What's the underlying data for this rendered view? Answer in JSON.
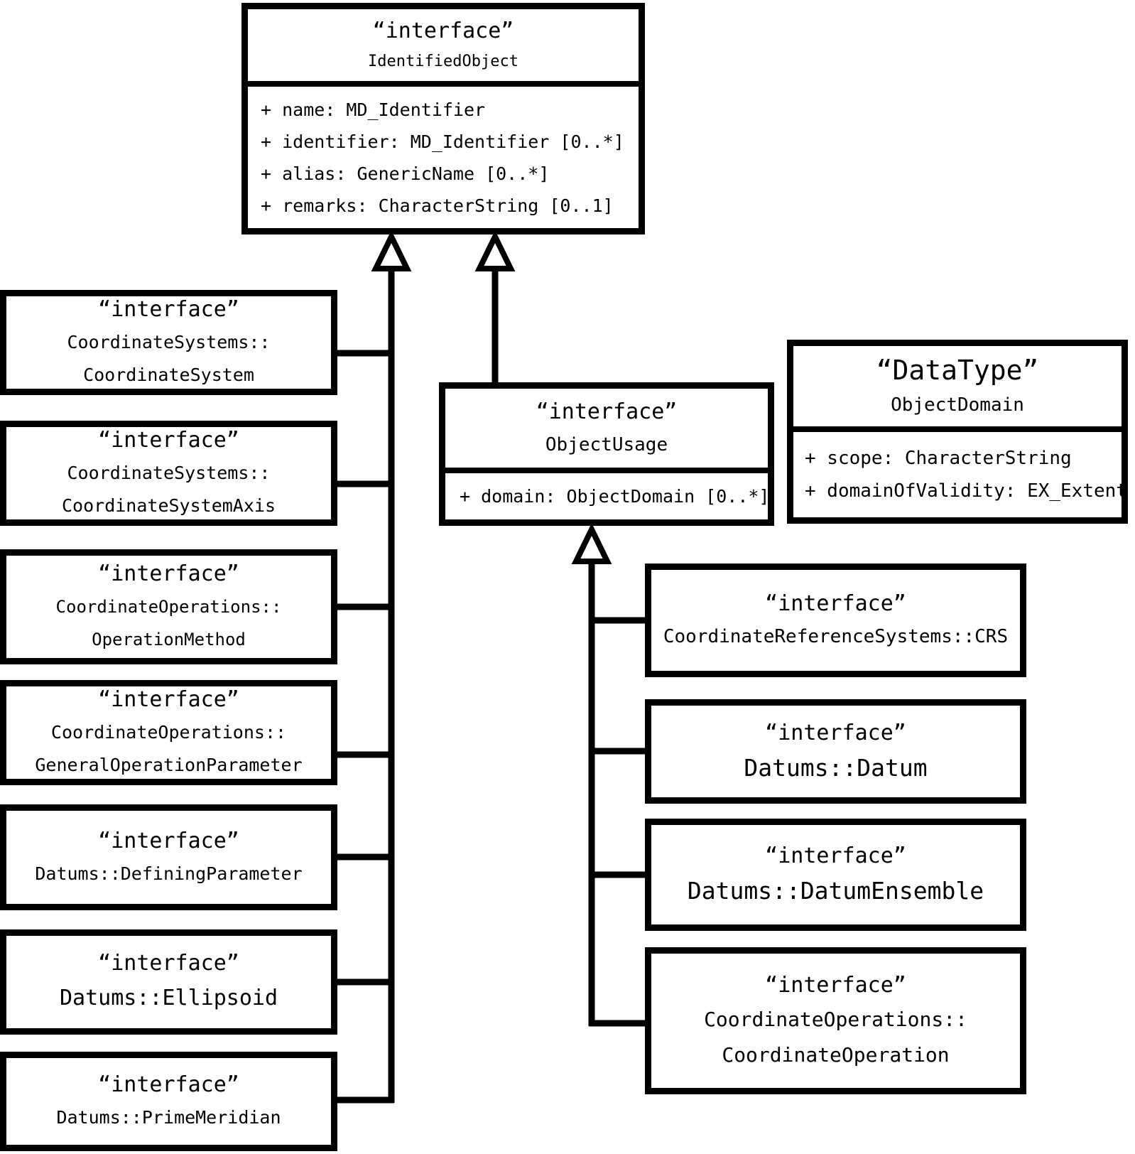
{
  "identified_object": {
    "stereotype": "“interface”",
    "name": "IdentifiedObject",
    "attributes": [
      "+ name: MD_Identifier",
      "+ identifier: MD_Identifier [0..*]",
      "+ alias: GenericName [0..*]",
      "+ remarks: CharacterString [0..1]"
    ]
  },
  "object_usage": {
    "stereotype": "“interface”",
    "name": "ObjectUsage",
    "attributes": [
      "+ domain: ObjectDomain [0..*]"
    ]
  },
  "object_domain": {
    "stereotype": "“DataType”",
    "name": "ObjectDomain",
    "attributes": [
      "+ scope: CharacterString",
      "+ domainOfValidity: EX_Extent"
    ]
  },
  "left_interfaces": [
    {
      "stereotype": "“interface”",
      "lines": [
        "CoordinateSystems::",
        "CoordinateSystem"
      ]
    },
    {
      "stereotype": "“interface”",
      "lines": [
        "CoordinateSystems::",
        "CoordinateSystemAxis"
      ]
    },
    {
      "stereotype": "“interface”",
      "lines": [
        "CoordinateOperations::",
        "OperationMethod"
      ]
    },
    {
      "stereotype": "“interface”",
      "lines": [
        "CoordinateOperations::",
        "GeneralOperationParameter"
      ]
    },
    {
      "stereotype": "“interface”",
      "lines": [
        "Datums::DefiningParameter"
      ]
    },
    {
      "stereotype": "“interface”",
      "lines": [
        "Datums::Ellipsoid"
      ]
    },
    {
      "stereotype": "“interface”",
      "lines": [
        "Datums::PrimeMeridian"
      ]
    }
  ],
  "right_interfaces": [
    {
      "stereotype": "“interface”",
      "lines": [
        "CoordinateReferenceSystems::CRS"
      ]
    },
    {
      "stereotype": "“interface”",
      "lines": [
        "Datums::Datum"
      ]
    },
    {
      "stereotype": "“interface”",
      "lines": [
        "Datums::DatumEnsemble"
      ]
    },
    {
      "stereotype": "“interface”",
      "lines": [
        "CoordinateOperations::",
        "CoordinateOperation"
      ]
    }
  ],
  "relationships": {
    "generalizations": [
      {
        "child": "CoordinateSystems::CoordinateSystem",
        "parent": "IdentifiedObject"
      },
      {
        "child": "CoordinateSystems::CoordinateSystemAxis",
        "parent": "IdentifiedObject"
      },
      {
        "child": "CoordinateOperations::OperationMethod",
        "parent": "IdentifiedObject"
      },
      {
        "child": "CoordinateOperations::GeneralOperationParameter",
        "parent": "IdentifiedObject"
      },
      {
        "child": "Datums::DefiningParameter",
        "parent": "IdentifiedObject"
      },
      {
        "child": "Datums::Ellipsoid",
        "parent": "IdentifiedObject"
      },
      {
        "child": "Datums::PrimeMeridian",
        "parent": "IdentifiedObject"
      },
      {
        "child": "ObjectUsage",
        "parent": "IdentifiedObject"
      },
      {
        "child": "CoordinateReferenceSystems::CRS",
        "parent": "ObjectUsage"
      },
      {
        "child": "Datums::Datum",
        "parent": "ObjectUsage"
      },
      {
        "child": "Datums::DatumEnsemble",
        "parent": "ObjectUsage"
      },
      {
        "child": "CoordinateOperations::CoordinateOperation",
        "parent": "ObjectUsage"
      }
    ]
  },
  "colors": {
    "line": "#000000",
    "background": "#ffffff"
  }
}
